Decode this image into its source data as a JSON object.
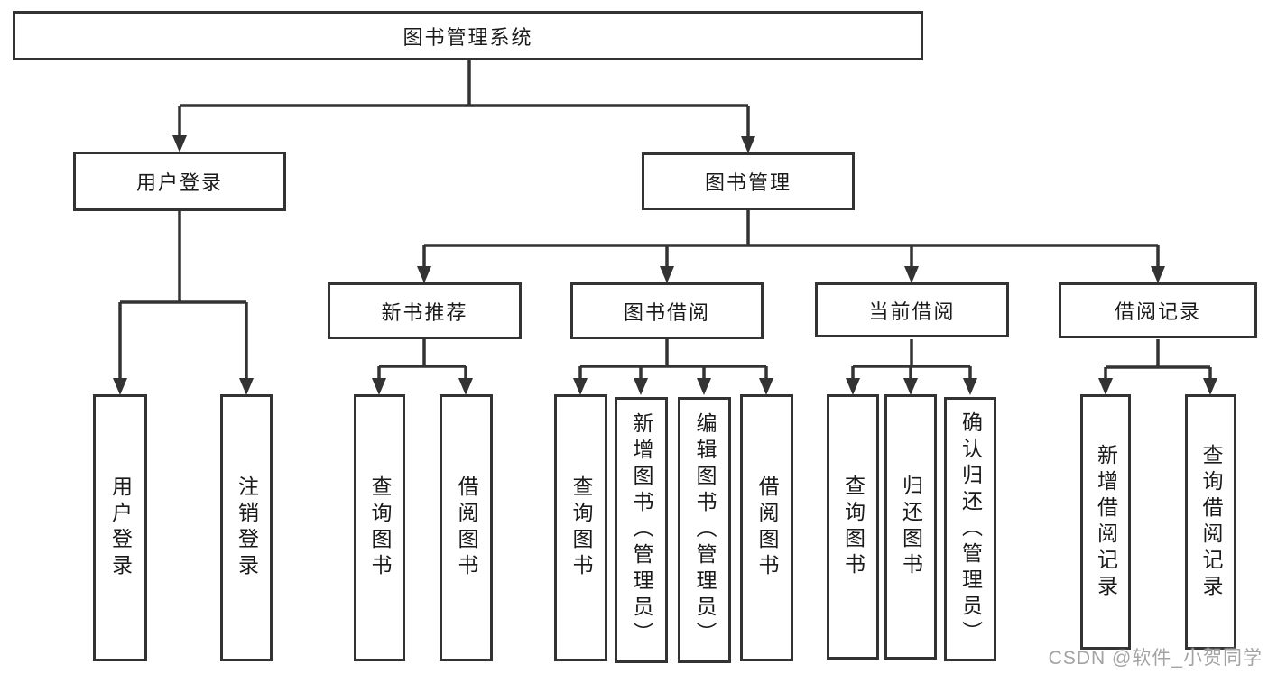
{
  "diagram_title": "图书管理系统",
  "tree": {
    "root": {
      "label": "图书管理系统"
    },
    "children": [
      {
        "label": "用户登录",
        "children": [
          {
            "label": "用户登录"
          },
          {
            "label": "注销登录"
          }
        ]
      },
      {
        "label": "图书管理",
        "children": [
          {
            "label": "新书推荐",
            "children": [
              {
                "label": "查询图书"
              },
              {
                "label": "借阅图书"
              }
            ]
          },
          {
            "label": "图书借阅",
            "children": [
              {
                "label": "查询图书"
              },
              {
                "label": "新增图书（管理员）"
              },
              {
                "label": "编辑图书（管理员）"
              },
              {
                "label": "借阅图书"
              }
            ]
          },
          {
            "label": "当前借阅",
            "children": [
              {
                "label": "查询图书"
              },
              {
                "label": "归还图书"
              },
              {
                "label": "确认归还（管理员）"
              }
            ]
          },
          {
            "label": "借阅记录",
            "children": [
              {
                "label": "新增借阅记录"
              },
              {
                "label": "查询借阅记录"
              }
            ]
          }
        ]
      }
    ]
  },
  "watermark": {
    "text": "CSDN @软件_小贺同学"
  },
  "colors": {
    "line": "#333333",
    "box_border": "#333333",
    "box_fill": "#ffffff",
    "text": "#1a1a1a",
    "watermark": "#a3a3a3",
    "background": "#ffffff"
  }
}
